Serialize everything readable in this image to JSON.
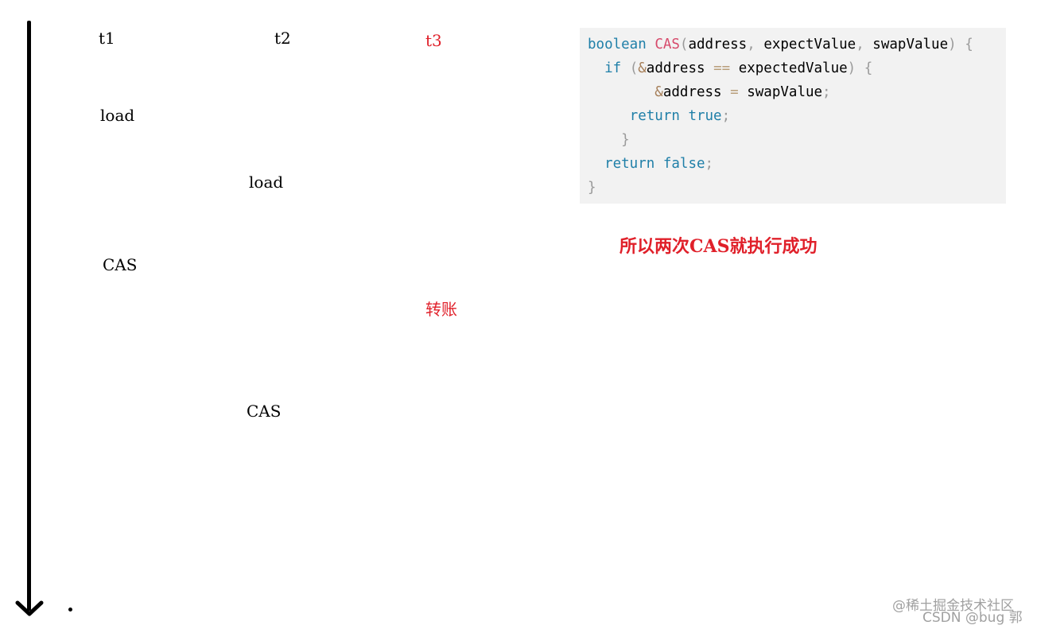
{
  "timeline": {
    "direction": "down",
    "icon": "down-arrow-icon"
  },
  "threads": {
    "t1": "t1",
    "t2": "t2",
    "t3": "t3"
  },
  "steps": {
    "t1_load": "load",
    "t2_load": "load",
    "t1_cas": "CAS",
    "t3_transfer": "转账",
    "t2_cas": "CAS"
  },
  "code": {
    "lines": [
      {
        "k1": "boolean",
        "fn": "CAS",
        "p1": "(",
        "args": "address",
        "c1": ",",
        "a2": " expectValue",
        "c2": ",",
        "a3": " swapValue",
        "p2": ")",
        "b": " {"
      },
      {
        "indent": "  ",
        "kw": "if",
        "p1": " (",
        "amp": "&",
        "v1": "address",
        "op": " ==",
        "v2": " expectedValue",
        "p2": ")",
        "b": " {"
      },
      {
        "indent": "        ",
        "amp": "&",
        "v1": "address",
        "op": " =",
        "v2": " swapValue",
        "semi": ";"
      },
      {
        "indent": "     ",
        "kw": "return",
        "val": " true",
        "semi": ";"
      },
      {
        "indent": "    ",
        "b": "}"
      },
      {
        "indent": "  ",
        "kw": "return",
        "val": " false",
        "semi": ";"
      },
      {
        "b": "}"
      }
    ]
  },
  "summary": "所以两次CAS就执行成功",
  "watermark": {
    "line1": "@稀土掘金技术社区",
    "line2": "CSDN @bug 郭"
  },
  "colors": {
    "accent_red": "#e0202a",
    "code_bg": "#f2f2f2",
    "keyword": "#1f7fa8",
    "function": "#d74a6b"
  }
}
